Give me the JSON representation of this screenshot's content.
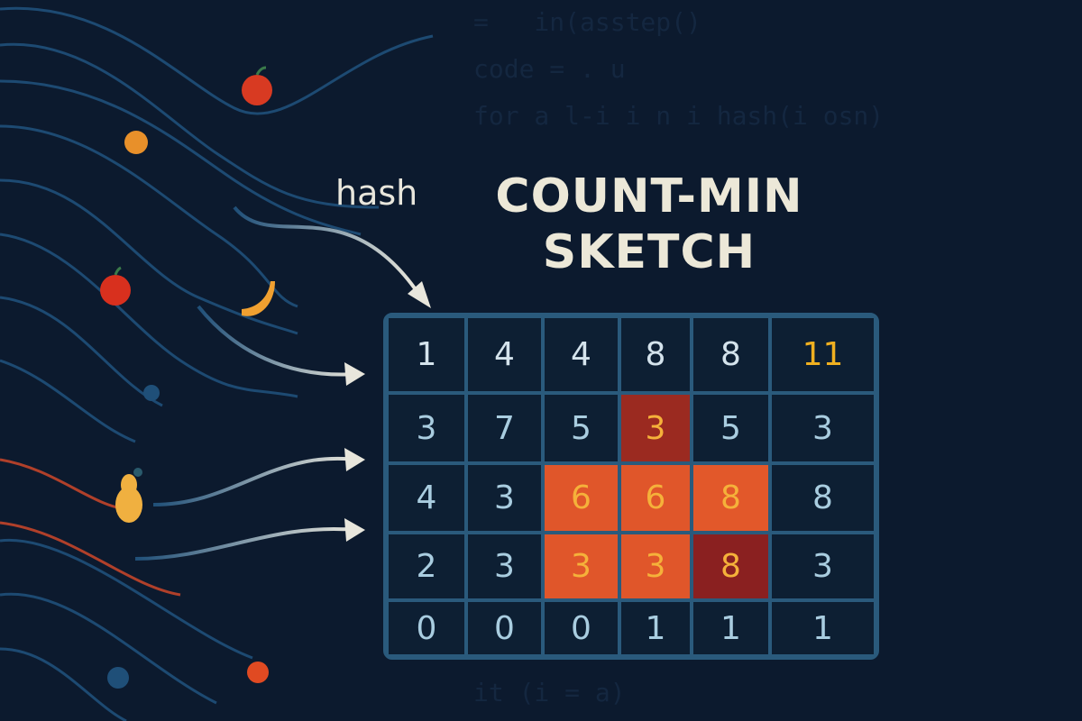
{
  "background_code": [
    "=   in(asstep()",
    "code = . u",
    "for a l-i i n i hash(i osn)",
    "it (i = a)"
  ],
  "hash_label": "hash",
  "title": {
    "line1": "COUNT-MIN",
    "line2": "SKETCH"
  },
  "grid": {
    "rows": [
      [
        1,
        4,
        4,
        8,
        8,
        11
      ],
      [
        3,
        7,
        5,
        3,
        5,
        3
      ],
      [
        4,
        3,
        6,
        6,
        8,
        8
      ],
      [
        2,
        3,
        3,
        3,
        8,
        3
      ],
      [
        0,
        0,
        0,
        1,
        1,
        1
      ]
    ],
    "highlights": [
      {
        "row": 0,
        "col": 5,
        "text_color": "#f0b020"
      },
      {
        "row": 1,
        "col": 3,
        "fill": "#9b2a20",
        "text_color": "#f5b13a"
      },
      {
        "row": 2,
        "col": 2,
        "fill": "#e0562a",
        "text_color": "#f5b13a"
      },
      {
        "row": 2,
        "col": 3,
        "fill": "#e0562a",
        "text_color": "#f5b13a"
      },
      {
        "row": 2,
        "col": 4,
        "fill": "#e2582a",
        "text_color": "#f5b13a"
      },
      {
        "row": 3,
        "col": 2,
        "fill": "#e0562a",
        "text_color": "#f5b13a"
      },
      {
        "row": 3,
        "col": 3,
        "fill": "#e0562a",
        "text_color": "#f5b13a"
      },
      {
        "row": 3,
        "col": 4,
        "fill": "#8a2020",
        "text_color": "#f5b13a"
      }
    ]
  },
  "colors": {
    "background": "#0c1a2e",
    "grid_border": "#2a5a7c",
    "stream_blue": "#1f4f78",
    "stream_red": "#b0402a",
    "arrow": "#e8e6dc"
  },
  "stream_items": [
    "apple",
    "orange",
    "apple",
    "banana",
    "blueberry",
    "pear",
    "blueberry",
    "orange"
  ]
}
